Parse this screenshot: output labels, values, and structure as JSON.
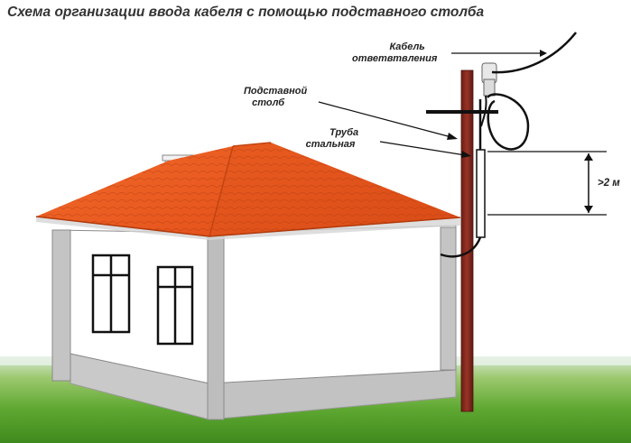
{
  "title": "Схема организации ввода кабеля с помощью подставного столба",
  "labels": {
    "cable": [
      "Кабель",
      "ответвтвления"
    ],
    "post": [
      "Подставной",
      "столб"
    ],
    "pipe": [
      "Труба",
      "стальная"
    ],
    "height": ">2 м"
  },
  "colors": {
    "roof": "#e8551e",
    "roof_shade": "#c94112",
    "wall": "#ffffff",
    "corner": "#bdbdbd",
    "pole": "#8b2a1f",
    "grass": "#5fa832",
    "sky_fade": "#e9f4f8"
  }
}
